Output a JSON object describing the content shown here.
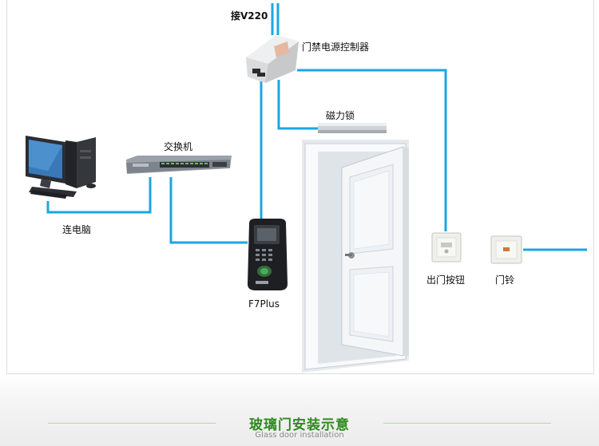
{
  "labels": {
    "power_in": "接V220",
    "controller": "门禁电源控制器",
    "maglock": "磁力锁",
    "switch": "交换机",
    "computer": "连电脑",
    "reader": "F7Plus",
    "exit_button": "出门按钮",
    "doorbell": "门铃"
  },
  "footer": {
    "title": "玻璃门安装示意",
    "subtitle": "Glass door installation"
  },
  "colors": {
    "wire": "#1ba6e2",
    "title_green": "#2e8a1e",
    "door_white": "#f4f6f8"
  },
  "icons": {
    "computer": "desktop-computer-icon",
    "switch": "network-switch-icon",
    "controller": "power-controller-icon",
    "maglock": "magnetic-lock-icon",
    "reader": "fingerprint-reader-icon",
    "exit_button": "exit-button-icon",
    "doorbell": "doorbell-icon",
    "door": "door-icon"
  }
}
